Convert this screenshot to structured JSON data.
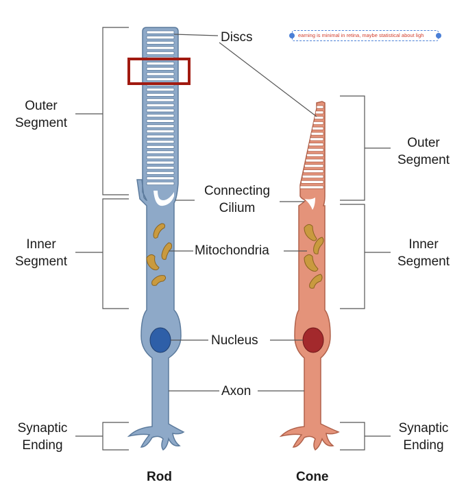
{
  "labels": {
    "discs": "Discs",
    "outer_segment_left": [
      "Outer",
      "Segment"
    ],
    "outer_segment_right": [
      "Outer",
      "Segment"
    ],
    "connecting_cilium": [
      "Connecting",
      "Cilium"
    ],
    "inner_segment_left": [
      "Inner",
      "Segment"
    ],
    "inner_segment_right": [
      "Inner",
      "Segment"
    ],
    "mitochondria": "Mitochondria",
    "nucleus": "Nucleus",
    "axon": "Axon",
    "synaptic_left": [
      "Synaptic",
      "Ending"
    ],
    "synaptic_right": [
      "Synaptic",
      "Ending"
    ],
    "rod": "Rod",
    "cone": "Cone"
  },
  "annotation_note": "earning is minimal in retina, maybe statistical about ligh",
  "colors": {
    "rod_fill": "#8ea9c8",
    "rod_stroke": "#5b7a9c",
    "rod_nucleus": "#2e5fa8",
    "cone_fill": "#e4937a",
    "cone_stroke": "#b0614a",
    "cone_nucleus": "#a3292c",
    "mitochondria": "#c99a3f",
    "highlight_box": "#a11a10",
    "note_border": "#4a7fd6",
    "note_text": "#d23c2a"
  }
}
